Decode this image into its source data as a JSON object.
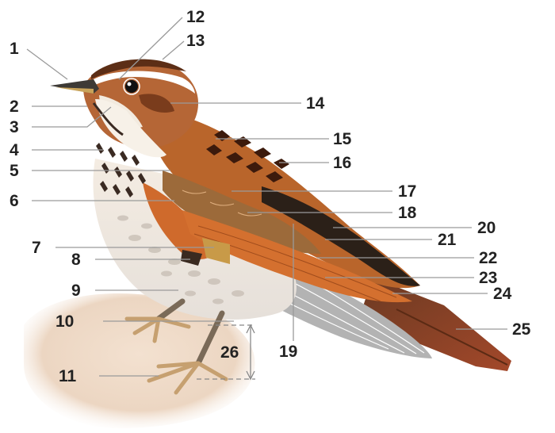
{
  "diagram": {
    "subject": "bird-topography",
    "colors": {
      "rufous": "#c8662a",
      "dark_brown": "#5a2e14",
      "cream": "#f6efe4",
      "grey_wing": "#a6a6a6",
      "tail": "#8a3a1e",
      "legs": "#7a6a58",
      "perch": "#efd9c4"
    },
    "labels": [
      "1",
      "2",
      "3",
      "4",
      "5",
      "6",
      "7",
      "8",
      "9",
      "10",
      "11",
      "12",
      "13",
      "14",
      "15",
      "16",
      "17",
      "18",
      "19",
      "20",
      "21",
      "22",
      "23",
      "24",
      "25",
      "26"
    ]
  }
}
